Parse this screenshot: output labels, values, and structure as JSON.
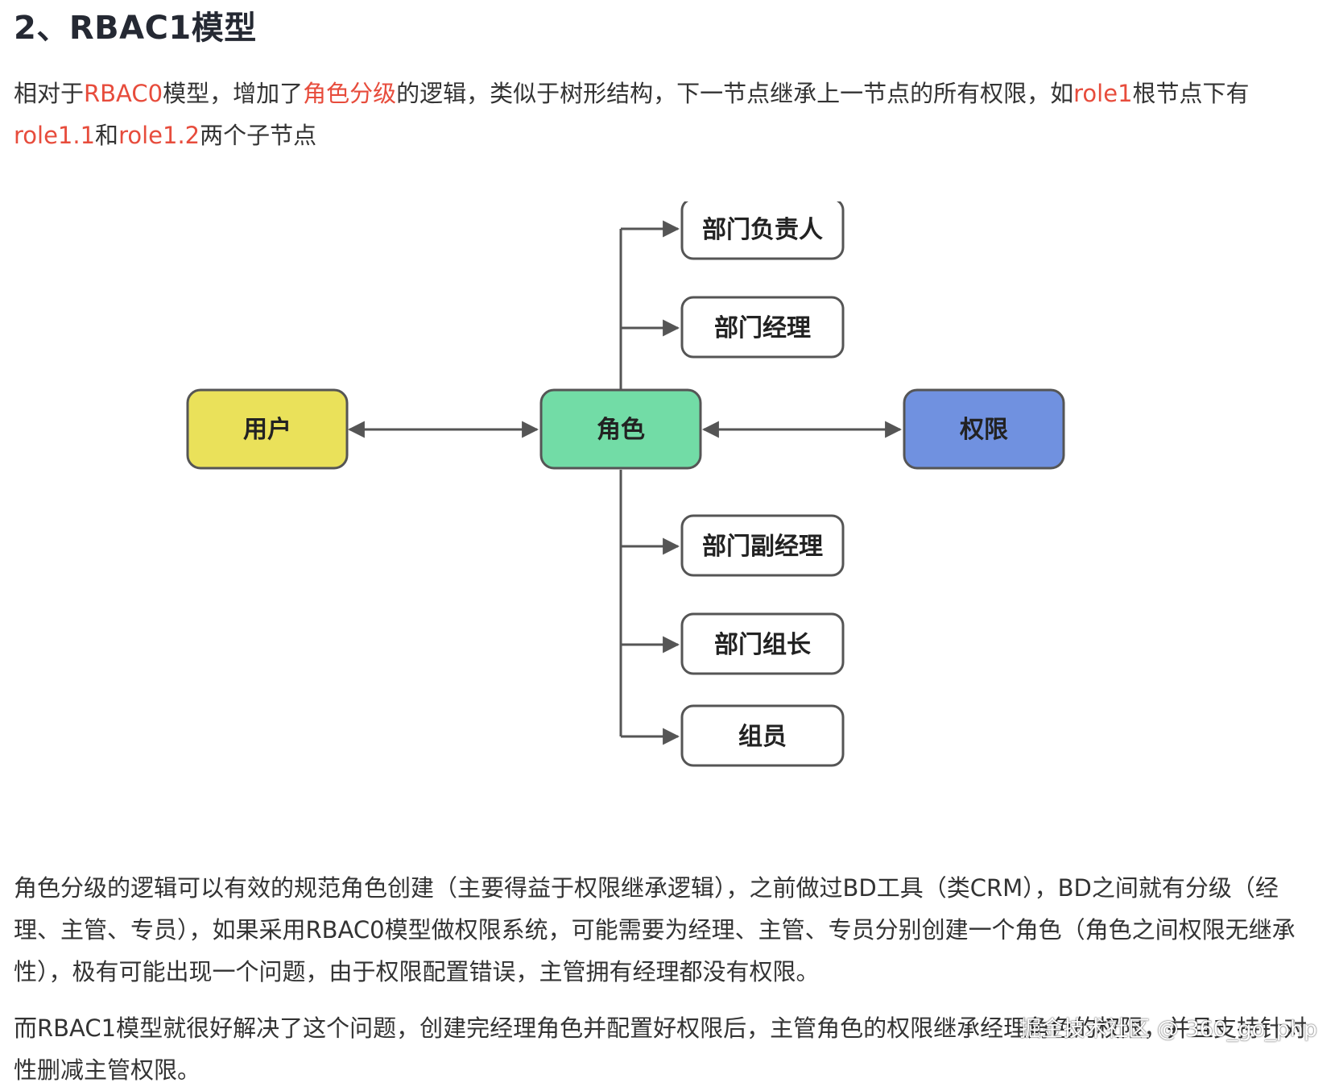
{
  "heading": "2、RBAC1模型",
  "para1": {
    "t1": "相对于",
    "h1": "RBAC0",
    "t2": "模型，增加了",
    "h2": "角色分级",
    "t3": "的逻辑，类似于树形结构，下一节点继承上一节点的所有权限，如",
    "h3": "role1",
    "t4": "根节点下有",
    "h4": "role1.1",
    "t5": "和",
    "h5": "role1.2",
    "t6": "两个子节点"
  },
  "diagram": {
    "user": "用户",
    "role": "角色",
    "permission": "权限",
    "children": [
      "部门负责人",
      "部门经理",
      "部门副经理",
      "部门组长",
      "组员"
    ],
    "colors": {
      "user": "#eae15a",
      "role": "#72dca6",
      "permission": "#7091e0",
      "child": "#ffffff",
      "stroke": "#555555"
    }
  },
  "para2": "角色分级的逻辑可以有效的规范角色创建（主要得益于权限继承逻辑），之前做过BD工具（类CRM），BD之间就有分级（经理、主管、专员），如果采用RBAC0模型做权限系统，可能需要为经理、主管、专员分别创建一个角色（角色之间权限无继承性），极有可能出现一个问题，由于权限配置错误，主管拥有经理都没有权限。",
  "para3": "而RBAC1模型就很好解决了这个问题，创建完经理角色并配置好权限后，主管角色的权限继承经理角色的权限，并且支持针对性删减主管权限。",
  "watermark": "掘金技术社区 @ 360_go_php"
}
